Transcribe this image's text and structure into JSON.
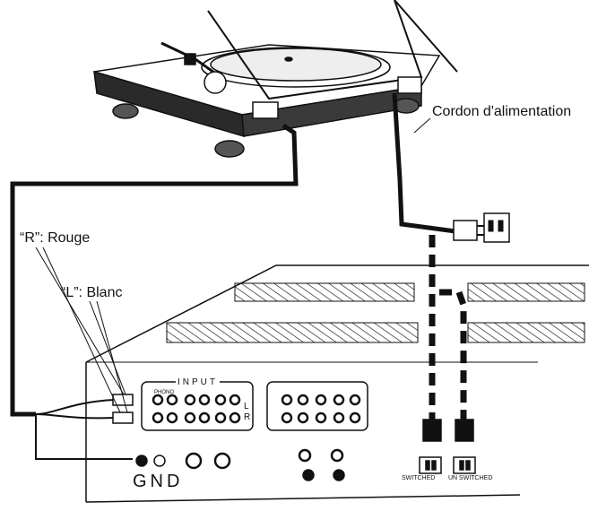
{
  "labels": {
    "power_cord": "Cordon d'alimentation",
    "red_plug": "“R”: Rouge",
    "white_plug": "“L”: Blanc",
    "ground": "GND",
    "input": "INPUT",
    "phono": "PHONO",
    "left": "L",
    "right": "R",
    "switched": "SWITCHED",
    "unswitched": "UN SWITCHED"
  },
  "colors": {
    "line": "#111111",
    "background": "#ffffff"
  }
}
